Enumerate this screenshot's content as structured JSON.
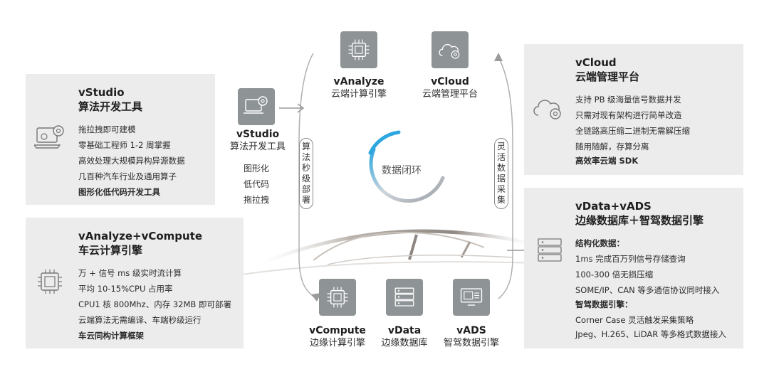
{
  "vstudio_panel": {
    "title_en": "vStudio",
    "title_zh": "算法开发工具",
    "lines": [
      "拖拉拽即可建模",
      "零基础工程师 1-2 周掌握",
      "高效处理大规模异构异源数据",
      "几百种汽车行业及通用算子"
    ],
    "bold_line": "图形化低代码开发工具"
  },
  "vanalyze_panel": {
    "title_en": "vAnalyze+vCompute",
    "title_zh": "车云计算引擎",
    "lines": [
      "万 + 信号 ms 级实时流计算",
      "平均 10-15%CPU 占用率",
      "CPU1 核 800Mhz、内存 32MB 即可部署",
      "云端算法无需编译、车端秒级运行"
    ],
    "bold_line": "车云同构计算框架"
  },
  "vcloud_panel": {
    "title_en": "vCloud",
    "title_zh": "云端管理平台",
    "lines": [
      "支持 PB 级海量信号数据并发",
      "只需对现有架构进行简单改造",
      "全链路高压缩二进制无需解压缩",
      "随用随解，存算分离"
    ],
    "bold_line": "高效率云端 SDK"
  },
  "vdata_panel": {
    "title_en": "vData+vADS",
    "title_zh": "边缘数据库＋智驾数据引擎",
    "section1": "结构化数据：",
    "lines1": [
      "1ms 完成百万列信号存储查询",
      "100-300 倍无损压缩",
      "SOME/IP、CAN 等多通信协议同时接入"
    ],
    "section2": "智驾数据引擎：",
    "lines2": [
      "Corner Case 灵活触发采集策略",
      "Jpeg、H.265、LiDAR 等多格式数据接入"
    ]
  },
  "center": {
    "vstudio": {
      "en": "vStudio",
      "zh": "算法开发工具"
    },
    "features": [
      "图形化",
      "低代码",
      "拖拉拽"
    ],
    "vanalyze": {
      "en": "vAnalyze",
      "zh": "云端计算引擎"
    },
    "vcloud": {
      "en": "vCloud",
      "zh": "云端管理平台"
    },
    "vcompute": {
      "en": "vCompute",
      "zh": "边缘计算引擎"
    },
    "vdata": {
      "en": "vData",
      "zh": "边缘数据库"
    },
    "vads": {
      "en": "vADS",
      "zh": "智驾数据引擎"
    },
    "loop": "数据闭环",
    "left_vertical": "算法秒级部署",
    "right_vertical": "灵活数据采集"
  },
  "colors": {
    "accent": "#2ea7e0",
    "tile": "#8e9396",
    "panel": "#ececec"
  },
  "icons": [
    "laptop-gear-icon",
    "chip-icon",
    "cloud-gear-icon",
    "server-icon",
    "monitor-icon",
    "car-outline"
  ]
}
